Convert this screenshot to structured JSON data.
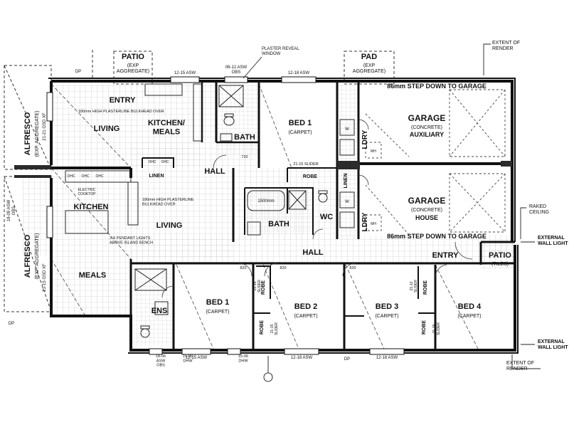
{
  "rooms": {
    "patio_top": "PATIO",
    "patio_top_sub": "(EXP\nAGGREGATE)",
    "pad": "PAD",
    "pad_sub": "(EXP\nAGGREGATE)",
    "entry_top": "ENTRY",
    "living_top": "LIVING",
    "kitchen_meals": "KITCHEN/\nMEALS",
    "bath_top": "BATH",
    "bed1_top": "BED 1",
    "bed1_top_sub": "(CARPET)",
    "linen_top": "LINEN",
    "lndry_top": "LDRY",
    "garage_aux": "GARAGE",
    "garage_aux_sub": "(CONCRETE)",
    "garage_aux_name": "AUXILIARY",
    "hall_top": "HALL",
    "robe_top": "ROBE",
    "alfresco_top": "ALFRESCO",
    "alfresco_top_sub": "(EXP. AGGREGATE)",
    "kitchen_bottom": "KITCHEN",
    "living_bottom": "LIVING",
    "meals_bottom": "MEALS",
    "alfresco_bottom": "ALFRESCO",
    "alfresco_bottom_sub": "(EXP. AGGREGATE)",
    "bath_bottom": "BATH",
    "wc": "WC",
    "garage_house": "GARAGE",
    "garage_house_sub": "(CONCRETE)",
    "garage_house_name": "HOUSE",
    "linen_bottom": "LINEN",
    "lndry_bottom": "LDRY",
    "hall_bottom": "HALL",
    "entry_bottom": "ENTRY",
    "patio_bottom": "PATIO",
    "patio_bottom_sub": "(TILES)",
    "ens": "ENS",
    "bed1_b": "BED 1",
    "bed1_b_sub": "(CARPET)",
    "bed2": "BED 2",
    "bed2_sub": "(CARPET)",
    "bed3": "BED 3",
    "bed3_sub": "(CARPET)",
    "bed4": "BED 4",
    "bed4_sub": "(CARPET)",
    "robe_a": "ROBE",
    "robe_b": "ROBE",
    "robe_c": "ROBE",
    "robe_d": "ROBE"
  },
  "notes": {
    "step_down_top": "86mm STEP DOWN TO GARAGE",
    "step_down_bottom": "86mm STEP DOWN TO GARAGE",
    "bulkhead_top": "180mm HIGH PLASTERLINE BULKHEAD OVER",
    "bulkhead_bottom": "180mm HIGH PLASTERLINE\nBULKHEAD OVER",
    "pendant": "3 X PENDANT LIGHTS\nABOVE ISLAND BENCH",
    "plaster_reveal": "PLASTER REVEAL\nWINDOW",
    "extent_render_top": "EXTENT OF\nRENDER",
    "extent_render_bottom": "EXTENT OF\nRENDER",
    "raked_ceiling": "RAKED\nCEILING",
    "ext_wall_light_top": "EXTERNAL\nWALL LIGHT",
    "ext_wall_light_bottom": "EXTERNAL\nWALL LIGHT",
    "bath_size": "1500mm",
    "slider_top": "21-15 SLIDER",
    "slider_bed1": "21-15\nSLIDER",
    "slider_bed2": "21-15\nSLIDER",
    "slider_bed3": "21-12\nSLIDER",
    "slider_bed4": "21-15\nSLIDER"
  },
  "windows": {
    "w1": "12-15 ASW",
    "w2": "06-12 ASW\nOBS",
    "w3": "12-18 ASW",
    "w4": "12-15 ASW",
    "w5": "12-18 ASW",
    "w6": "12-18 ASW",
    "w7": "15-06\nDHW",
    "w8": "15-06\nDHW",
    "w9": "18-06\nASW\nOBS",
    "w10": "18-09 ASW\nOBS",
    "gsd_top": "21-21 GSD XF",
    "gsd_bottom": "21-15 GSD XF",
    "dp": "DP",
    "door_820": "820",
    "door_720": "720"
  },
  "fixtures": {
    "ohc": "OHC",
    "w": "W",
    "mh": "MH",
    "electric_cooktop": "ELECTRIC\nCOOKTOP"
  },
  "colors": {
    "line": "#111111",
    "grid": "#b9b9b9",
    "wall_fill": "#2b2b2b"
  }
}
